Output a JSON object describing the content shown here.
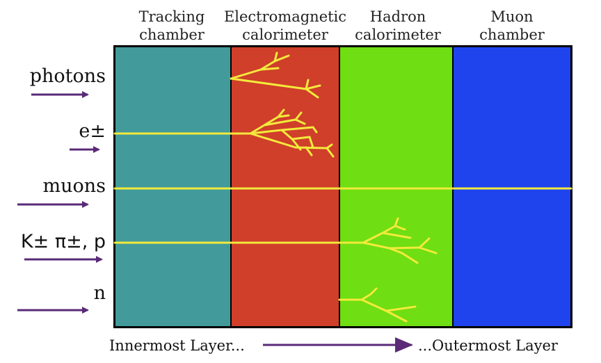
{
  "layers": [
    {
      "label_line1": "Tracking",
      "label_line2": "chamber",
      "color": "#439a9a"
    },
    {
      "label_line1": "Electromagnetic",
      "label_line2": "calorimeter",
      "color": "#cf3f2a"
    },
    {
      "label_line1": "Hadron",
      "label_line2": "calorimeter",
      "color": "#6fde12"
    },
    {
      "label_line1": "Muon",
      "label_line2": "chamber",
      "color": "#1f44ee"
    }
  ],
  "particles": [
    {
      "label": "photons"
    },
    {
      "label": "e±"
    },
    {
      "label": "muons"
    },
    {
      "label": "K± π±, p"
    },
    {
      "label": "n"
    }
  ],
  "footer": {
    "inner_label": "Innermost Layer...",
    "outer_label": "...Outermost Layer"
  },
  "colors": {
    "track": "#f3ea3c",
    "arrow": "#5a2a78",
    "border": "#000000"
  }
}
